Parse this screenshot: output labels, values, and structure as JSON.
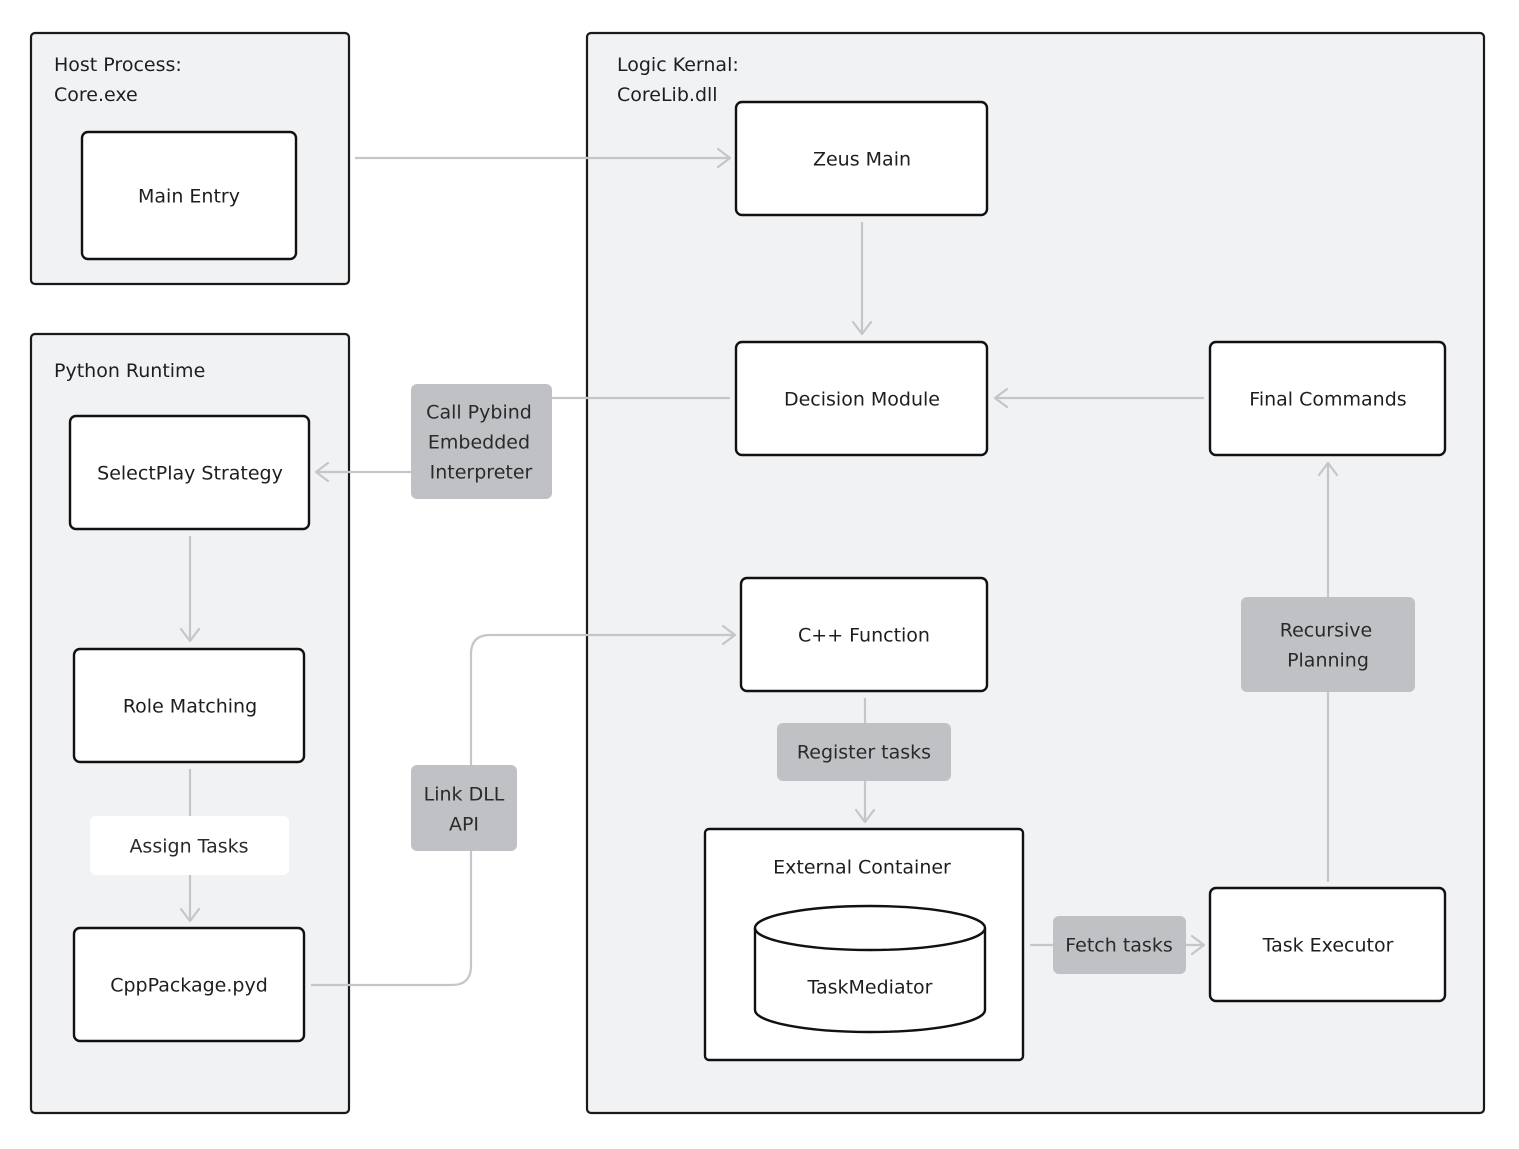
{
  "groups": {
    "host": {
      "title_line1": "Host Process:",
      "title_line2": "Core.exe"
    },
    "python": {
      "title": "Python Runtime"
    },
    "kernel": {
      "title_line1": "Logic Kernal:",
      "title_line2": "CoreLib.dll"
    }
  },
  "nodes": {
    "main_entry": "Main Entry",
    "selectplay": "SelectPlay Strategy",
    "role_matching": "Role Matching",
    "cpppackage": "CppPackage.pyd",
    "zeus_main": "Zeus Main",
    "decision_module": "Decision Module",
    "final_commands": "Final Commands",
    "cpp_function": "C++ Function",
    "external_container": "External Container",
    "task_mediator": "TaskMediator",
    "task_executor": "Task Executor"
  },
  "edge_labels": {
    "pybind_line1": "Call Pybind",
    "pybind_line2": "Embedded",
    "pybind_line3": "Interpreter",
    "assign_tasks": "Assign Tasks",
    "link_dll_line1": "Link DLL",
    "link_dll_line2": "API",
    "register_tasks": "Register tasks",
    "fetch_tasks": "Fetch tasks",
    "recursive_line1": "Recursive",
    "recursive_line2": "Planning"
  }
}
